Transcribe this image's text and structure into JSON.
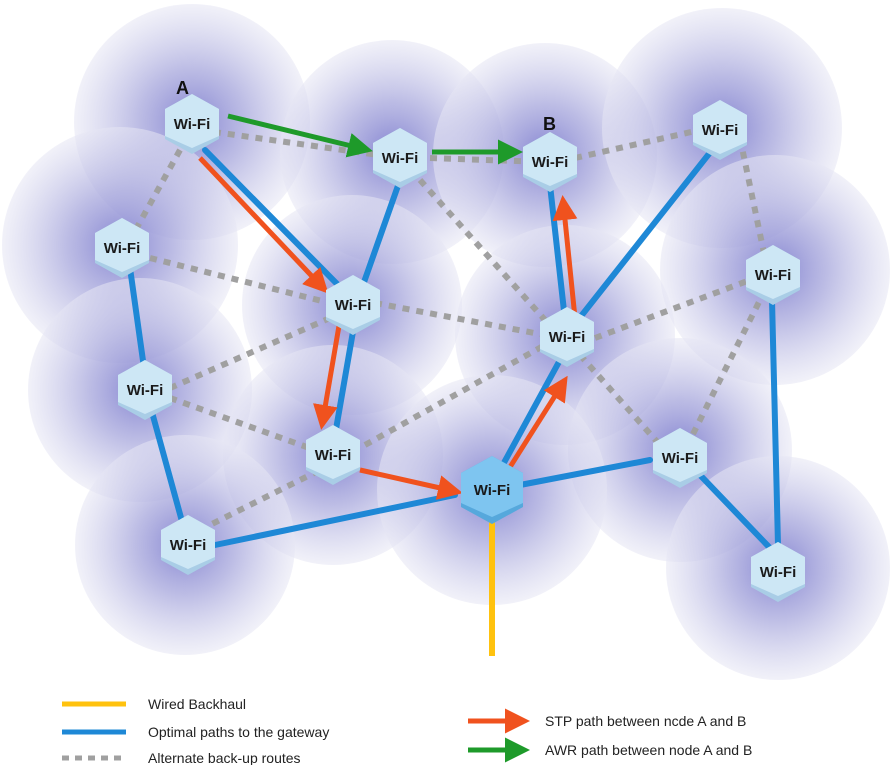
{
  "colors": {
    "wired": "#FFC20E",
    "optimal": "#1E88D6",
    "alternate": "#A0A0A0",
    "stp": "#F0521E",
    "awr": "#1E9A2A",
    "coverage_center": "#7F7FCF",
    "coverage_edge": "#E6E6F4",
    "node_fill": "#CDE7F5",
    "node_side": "#A9CDE6",
    "gateway_fill": "#7EC5F0",
    "gateway_side": "#56A8DC"
  },
  "node_text": "Wi-Fi",
  "tags": {
    "a": "A",
    "b": "B"
  },
  "legend": {
    "wired": "Wired Backhaul",
    "optimal": "Optimal paths to the gateway",
    "alternate": "Alternate back-up routes",
    "stp": "STP path between ncde A and B",
    "awr": "AWR path between node A and B"
  }
}
